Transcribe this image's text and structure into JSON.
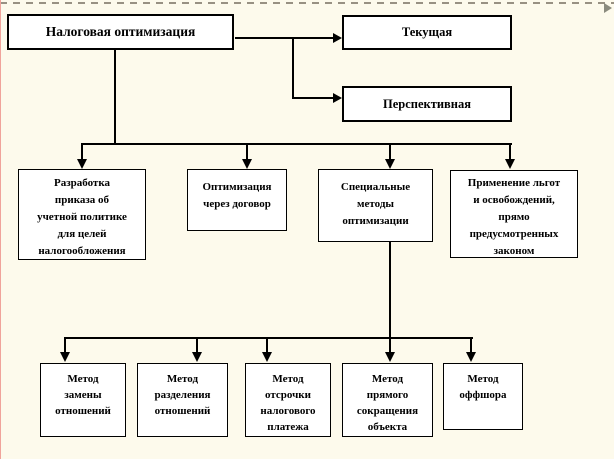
{
  "diagram": {
    "root": {
      "label": "Налоговая оптимизация"
    },
    "types": {
      "current": {
        "label": "Текущая"
      },
      "perspective": {
        "label": "Перспективная"
      }
    },
    "methods": [
      {
        "label": "Разработка\nприказа об\nучетной политике\nдля целей\nналогообложения"
      },
      {
        "label": "Оптимизация\nчерез договор"
      },
      {
        "label": "Специальные\nметоды\nоптимизации"
      },
      {
        "label": "Применение льгот\nи освобождений,\nпрямо\nпредусмотренных\nзаконом"
      }
    ],
    "special_methods": [
      {
        "label": "Метод\nзамены\nотношений"
      },
      {
        "label": "Метод\nразделения\nотношений"
      },
      {
        "label": "Метод\nотсрочки\nналогового\nплатежа"
      },
      {
        "label": "Метод\nпрямого\nсокращения\nобъекта"
      },
      {
        "label": "Метод\nоффшора"
      }
    ]
  },
  "colors": {
    "background": "#fdfaec",
    "box_fill": "#ffffff",
    "line": "#000000",
    "dashed_guide": "#989183",
    "left_edge_accent": "#f0a39b"
  }
}
